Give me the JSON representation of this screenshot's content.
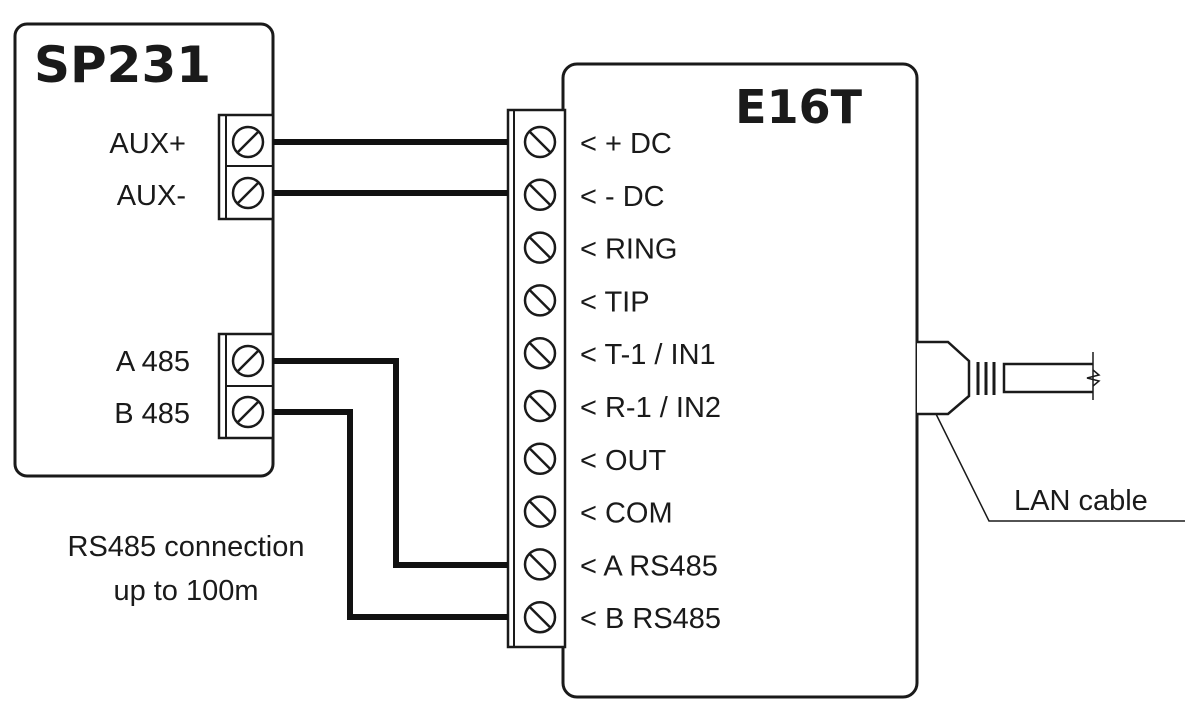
{
  "devices": {
    "left": {
      "name": "SP231",
      "terminals": [
        "AUX+",
        "AUX-",
        "A 485",
        "B 485"
      ]
    },
    "right": {
      "name": "E16T",
      "terminals": [
        "< + DC",
        "< - DC",
        "< RING",
        "< TIP",
        "< T-1 / IN1",
        "< R-1 / IN2",
        "< OUT",
        "< COM",
        "< A RS485",
        "< B RS485"
      ]
    }
  },
  "connections": [
    {
      "from": "AUX+",
      "to": "< + DC"
    },
    {
      "from": "AUX-",
      "to": "< - DC"
    },
    {
      "from": "A 485",
      "to": "< A RS485"
    },
    {
      "from": "B 485",
      "to": "< B RS485"
    }
  ],
  "annotations": {
    "rs485_line1": "RS485 connection",
    "rs485_line2": "up to 100m",
    "lan": "LAN cable"
  },
  "colors": {
    "line": "#1a1a1a",
    "background": "#ffffff"
  }
}
